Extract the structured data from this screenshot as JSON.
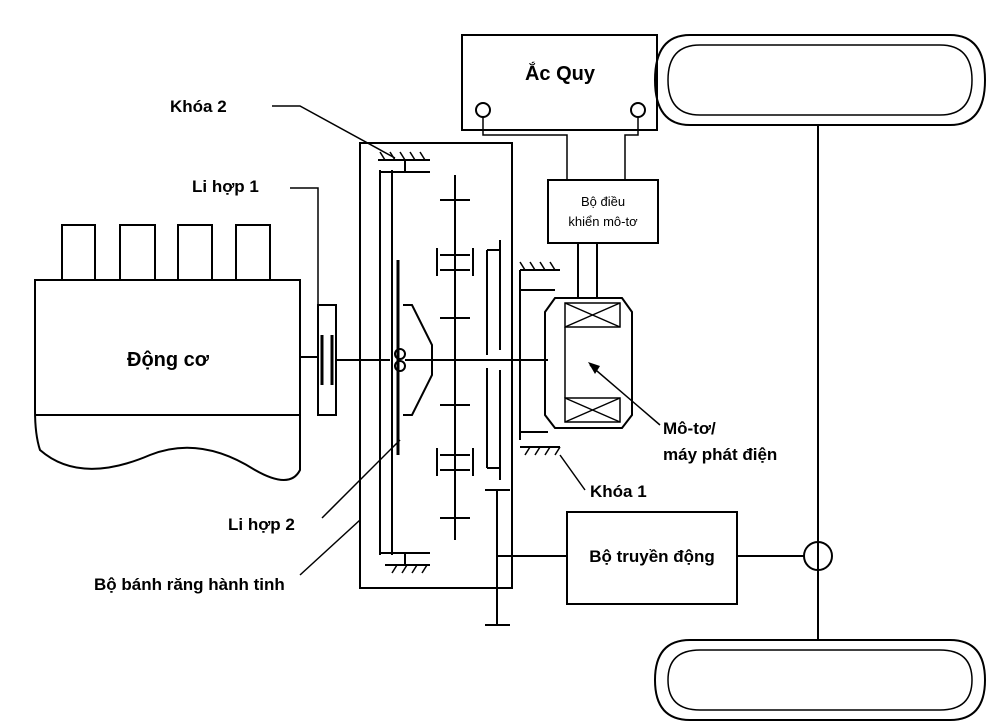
{
  "labels": {
    "battery": "Ắc Quy",
    "lock2": "Khóa 2",
    "clutch1": "Li hợp 1",
    "motor_controller_line1": "Bộ điều",
    "motor_controller_line2": "khiển mô-tơ",
    "engine": "Động cơ",
    "motor_generator_line1": "Mô-tơ/",
    "motor_generator_line2": "máy phát điện",
    "lock1": "Khóa 1",
    "clutch2": "Li hợp 2",
    "transmission": "Bộ truyền động",
    "planetary_gear": "Bộ bánh răng hành tinh"
  }
}
